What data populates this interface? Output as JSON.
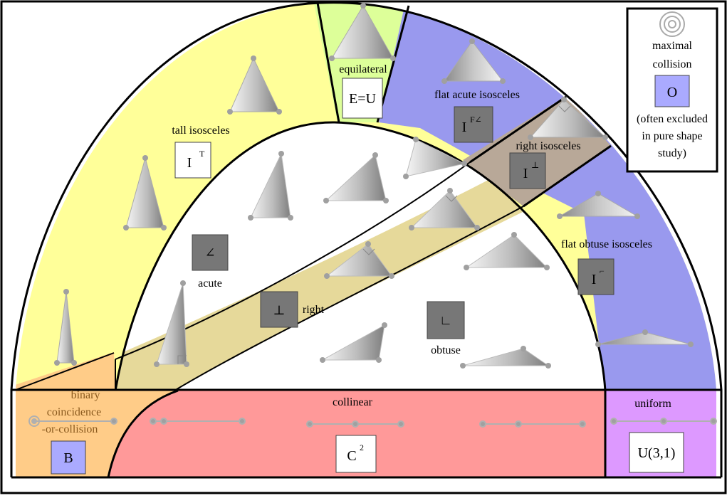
{
  "colors": {
    "tall": "#ffff99",
    "equilateral": "#ddff99",
    "flat_acute": "#9999ee",
    "right_band": "#e6d99a",
    "right_iso": "#b8a898",
    "collinear": "#ff9999",
    "uniform": "#dd99ff",
    "binary": "#ffcc88",
    "box_gray": "#777777",
    "box_blue": "#aaaaff"
  },
  "regions": {
    "tall_isosceles": {
      "label": "tall isosceles",
      "box_main": "I",
      "box_sup": "T"
    },
    "equilateral": {
      "label": "equilateral",
      "box": "E=U"
    },
    "flat_acute_isosceles": {
      "label": "flat acute isosceles",
      "box_main": "I",
      "box_sup": "F∠"
    },
    "right_isosceles": {
      "label": "right isosceles",
      "box_main": "I",
      "box_sup": "⊥"
    },
    "flat_obtuse_isosceles": {
      "label": "flat obtuse isosceles",
      "box_main": "I",
      "box_sup": "⌐"
    },
    "acute": {
      "label": "acute",
      "symbol": "∠"
    },
    "right": {
      "label": "right",
      "symbol": "⊥"
    },
    "obtuse": {
      "label": "obtuse",
      "symbol": "∟"
    },
    "collinear": {
      "label": "collinear",
      "box_main": "C",
      "box_sup": "2"
    },
    "uniform": {
      "label": "uniform",
      "box": "U(3,1)"
    },
    "binary": {
      "label_lines": [
        "binary",
        "coincidence",
        "-or-collision"
      ],
      "box": "B"
    }
  },
  "maximal_collision": {
    "label_lines": [
      "maximal",
      "collision"
    ],
    "box": "O",
    "note_lines": [
      "(often excluded",
      "in pure shape",
      "study)"
    ]
  }
}
